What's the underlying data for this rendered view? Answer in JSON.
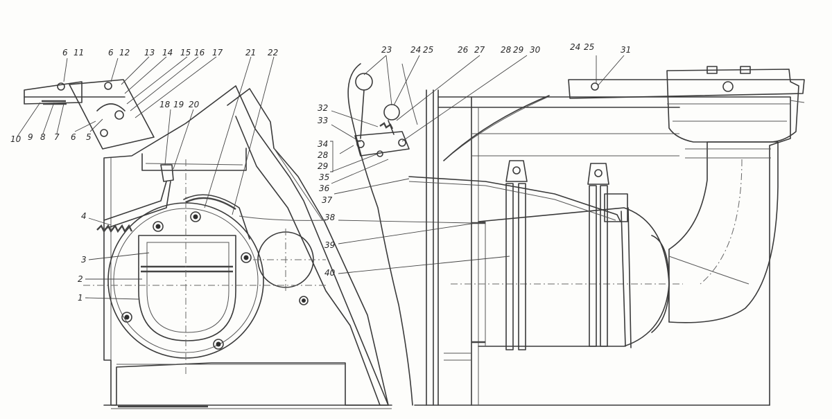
{
  "labels": {
    "l1": "1",
    "l2": "2",
    "l3": "3",
    "l4": "4",
    "l5": "5",
    "l6a": "6",
    "l6b": "6",
    "l6c": "6",
    "l7": "7",
    "l8": "8",
    "l9": "9",
    "l10": "10",
    "l11": "11",
    "l12": "12",
    "l13": "13",
    "l14": "14",
    "l15": "15",
    "l16": "16",
    "l17": "17",
    "l18": "18",
    "l19": "19",
    "l20": "20",
    "l21": "21",
    "l22": "22",
    "l23": "23",
    "l24a": "24",
    "l25a": "25",
    "l24b": "24",
    "l25b": "25",
    "l26": "26",
    "l27": "27",
    "l28a": "28",
    "l29a": "29",
    "l28b": "28",
    "l29b": "29",
    "l30": "30",
    "l31": "31",
    "l32": "32",
    "l33": "33",
    "l34": "34",
    "l35": "35",
    "l36": "36",
    "l37": "37",
    "l38": "38",
    "l39": "39",
    "l40": "40"
  }
}
